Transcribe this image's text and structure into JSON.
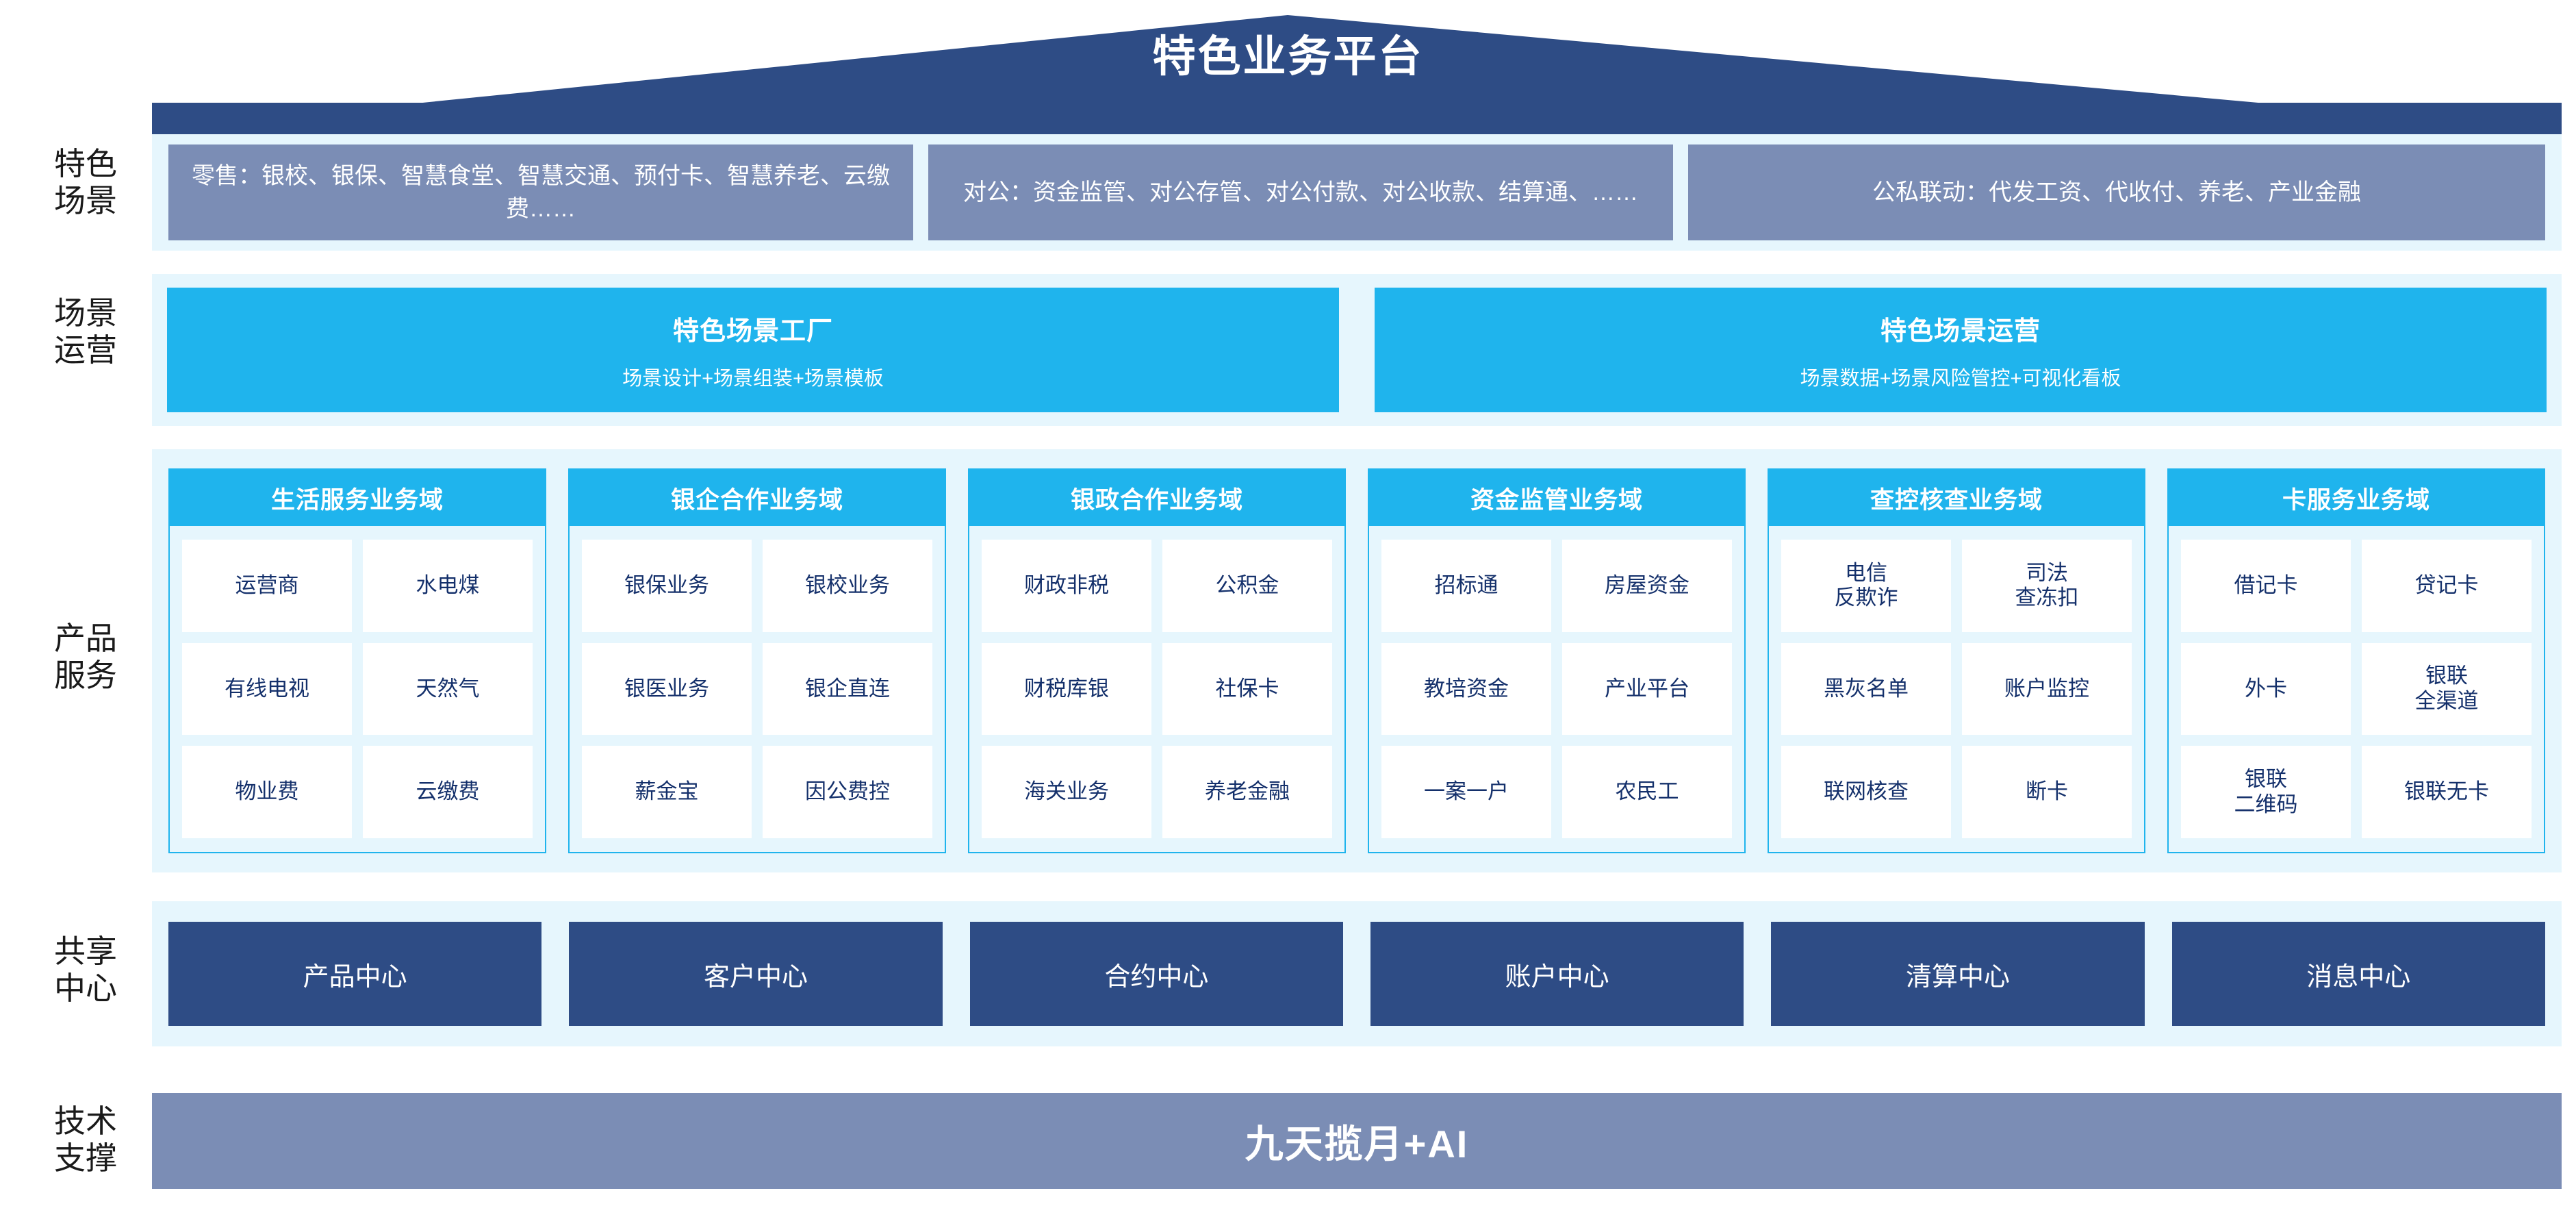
{
  "header": {
    "title": "特色业务平台"
  },
  "rails": [
    {
      "key": "scenario",
      "label": "特色\n场景"
    },
    {
      "key": "operation",
      "label": "场景\n运营"
    },
    {
      "key": "product",
      "label": "产品\n服务"
    },
    {
      "key": "shared",
      "label": "共享\n中心"
    },
    {
      "key": "tech",
      "label": "技术\n支撑"
    }
  ],
  "scenarios": [
    {
      "label": "零售：银校、银保、智慧食堂、智慧交通、预付卡、智慧养老、云缴费……"
    },
    {
      "label": "对公：资金监管、对公存管、对公付款、对公收款、结算通、……"
    },
    {
      "label": "公私联动：代发工资、代收付、养老、产业金融"
    }
  ],
  "operations": [
    {
      "title": "特色场景工厂",
      "subtitle": "场景设计+场景组装+场景模板"
    },
    {
      "title": "特色场景运营",
      "subtitle": "场景数据+场景风险管控+可视化看板"
    }
  ],
  "domains": [
    {
      "title": "生活服务业务域",
      "items": [
        "运营商",
        "水电煤",
        "有线电视",
        "天然气",
        "物业费",
        "云缴费"
      ]
    },
    {
      "title": "银企合作业务域",
      "items": [
        "银保业务",
        "银校业务",
        "银医业务",
        "银企直连",
        "薪金宝",
        "因公费控"
      ]
    },
    {
      "title": "银政合作业务域",
      "items": [
        "财政非税",
        "公积金",
        "财税库银",
        "社保卡",
        "海关业务",
        "养老金融"
      ]
    },
    {
      "title": "资金监管业务域",
      "items": [
        "招标通",
        "房屋资金",
        "教培资金",
        "产业平台",
        "一案一户",
        "农民工"
      ]
    },
    {
      "title": "查控核查业务域",
      "items": [
        "电信\n反欺诈",
        "司法\n查冻扣",
        "黑灰名单",
        "账户监控",
        "联网核查",
        "断卡"
      ]
    },
    {
      "title": "卡服务业务域",
      "items": [
        "借记卡",
        "贷记卡",
        "外卡",
        "银联\n全渠道",
        "银联\n二维码",
        "银联无卡"
      ]
    }
  ],
  "shared_centers": [
    {
      "label": "产品中心"
    },
    {
      "label": "客户中心"
    },
    {
      "label": "合约中心"
    },
    {
      "label": "账户中心"
    },
    {
      "label": "清算中心"
    },
    {
      "label": "消息中心"
    }
  ],
  "tech_support": {
    "label": "九天揽月+AI"
  },
  "colors": {
    "roof": "#2e4c85",
    "band_bg": "#e6f6fd",
    "scenario_box": "#7b8db5",
    "accent_cyan": "#1fb4ed",
    "center_navy": "#2e4c85",
    "tech_bar": "#7b8db5",
    "cell_text": "#14306b"
  }
}
